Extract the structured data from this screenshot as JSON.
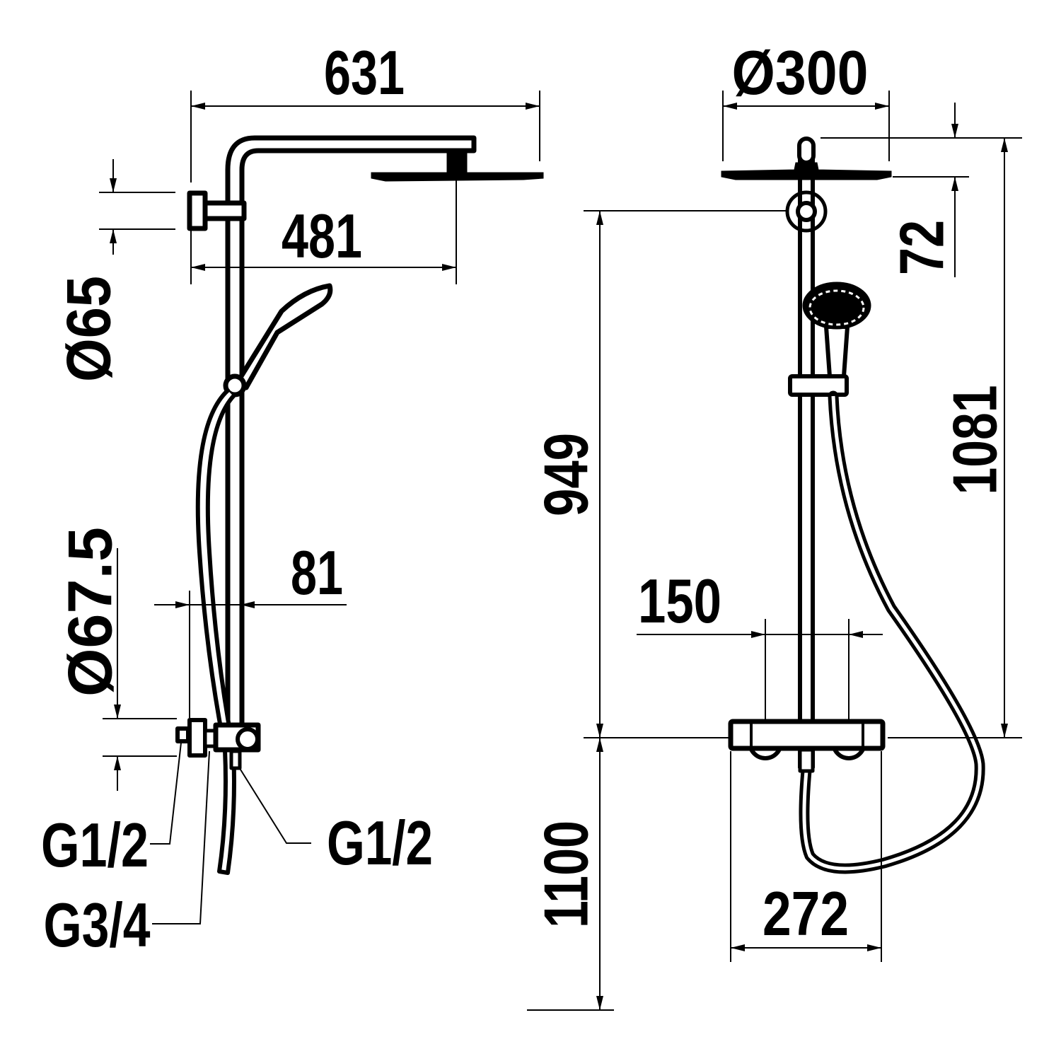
{
  "drawing": {
    "side_view": {
      "width_631": "631",
      "arm_481": "481",
      "bracket_dia": "Ø65",
      "wall_offset": "81",
      "mixer_dia": "Ø67.5",
      "connection_left": "G1/2",
      "connection_right": "G1/2",
      "connection_bottom": "G3/4"
    },
    "front_view": {
      "head_dia": "Ø300",
      "head_height": "72",
      "total_height": "1081",
      "bracket_height": "949",
      "mount_height": "1100",
      "centre_distance": "150",
      "mixer_width": "272"
    }
  }
}
